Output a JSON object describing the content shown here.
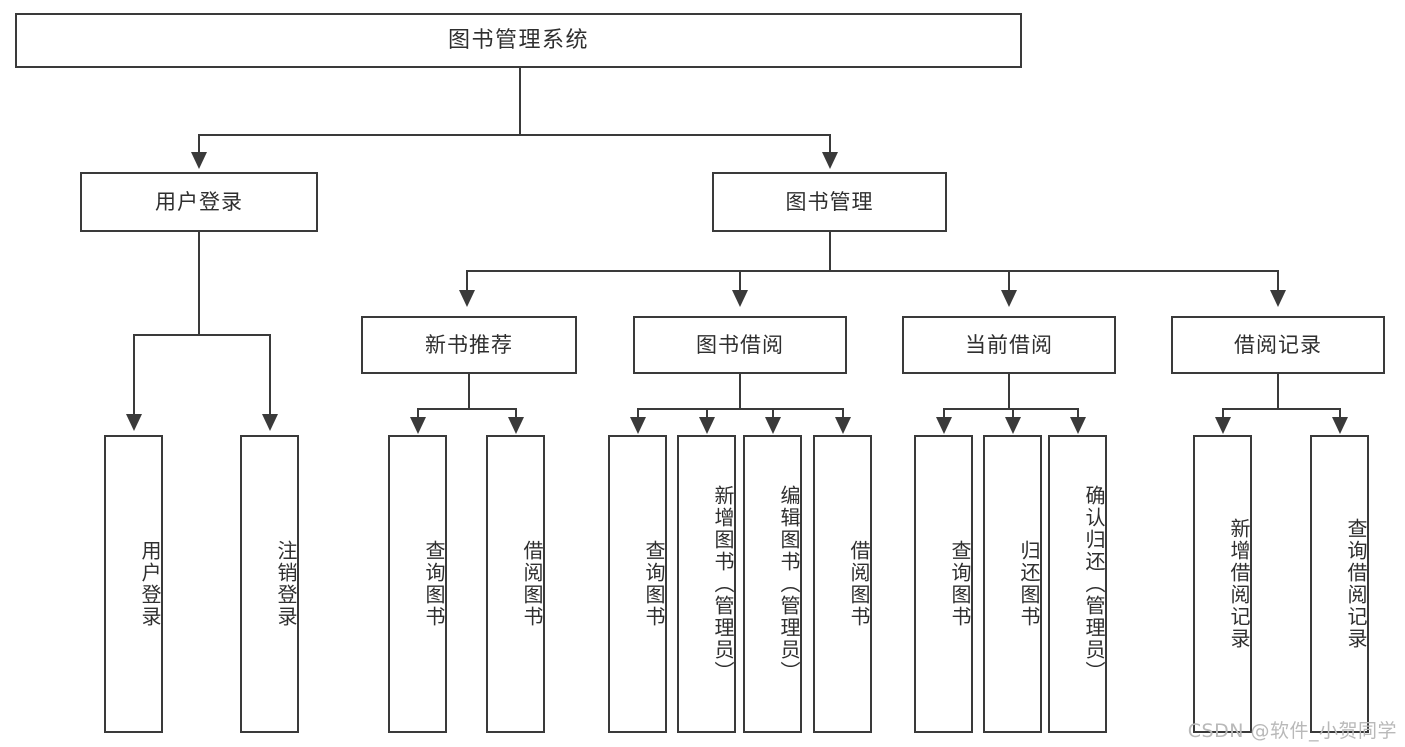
{
  "diagram": {
    "title": "图书管理系统",
    "type": "tree",
    "watermark": "CSDN @软件_小贺同学",
    "colors": {
      "background": "#ffffff",
      "border": "#3a3a3a",
      "text": "#2f2f2f",
      "watermark": "#b9b9b9"
    },
    "root": {
      "label": "图书管理系统"
    },
    "level1": [
      {
        "label": "用户登录"
      },
      {
        "label": "图书管理"
      }
    ],
    "level2": [
      {
        "label": "新书推荐"
      },
      {
        "label": "图书借阅"
      },
      {
        "label": "当前借阅"
      },
      {
        "label": "借阅记录"
      }
    ],
    "leaves": {
      "user_login": [
        {
          "label": "用户登录"
        },
        {
          "label": "注销登录"
        }
      ],
      "new_book_recommend": [
        {
          "label": "查询图书"
        },
        {
          "label": "借阅图书"
        }
      ],
      "book_borrow": [
        {
          "label": "查询图书"
        },
        {
          "label": "新增图书（管理员）"
        },
        {
          "label": "编辑图书（管理员）"
        },
        {
          "label": "借阅图书"
        }
      ],
      "current_borrow": [
        {
          "label": "查询图书"
        },
        {
          "label": "归还图书"
        },
        {
          "label": "确认归还（管理员）"
        }
      ],
      "borrow_record": [
        {
          "label": "新增借阅记录"
        },
        {
          "label": "查询借阅记录"
        }
      ]
    }
  }
}
